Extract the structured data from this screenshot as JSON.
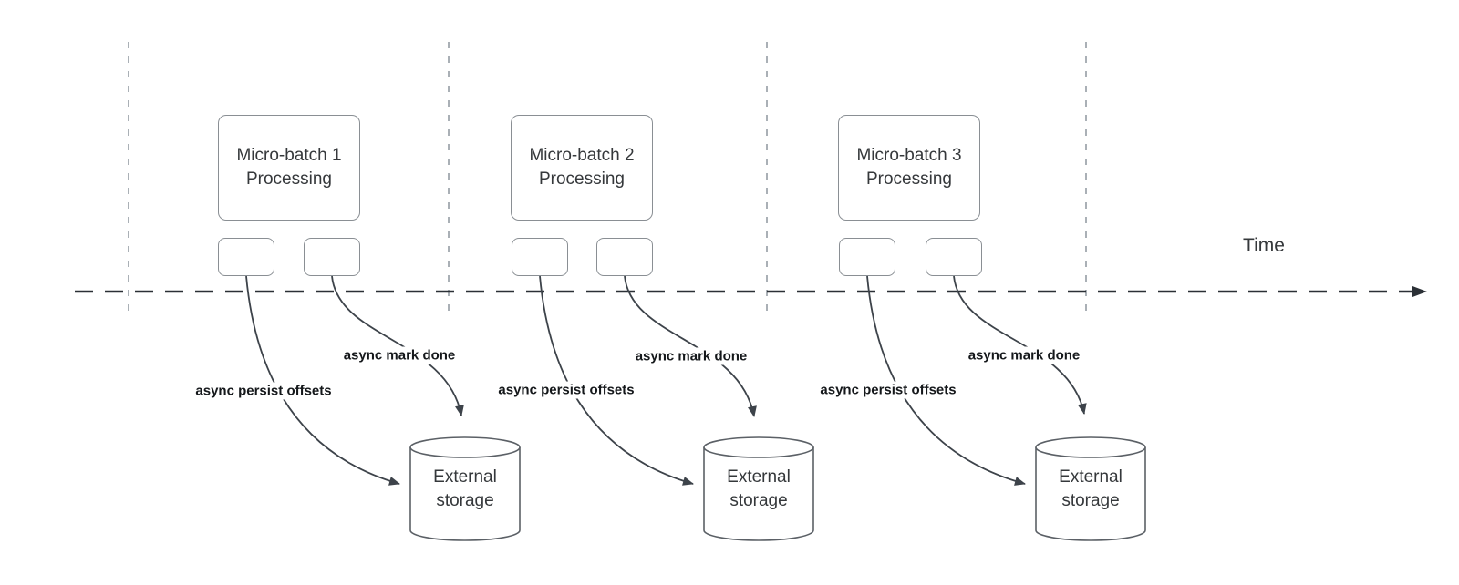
{
  "diagram": {
    "time_label": "Time",
    "groups": [
      {
        "box_title": "Micro-batch 1\nProcessing",
        "persist_label": "async persist offsets",
        "done_label": "async mark done",
        "storage_label": "External\nstorage"
      },
      {
        "box_title": "Micro-batch 2\nProcessing",
        "persist_label": "async persist offsets",
        "done_label": "async mark done",
        "storage_label": "External\nstorage"
      },
      {
        "box_title": "Micro-batch 3\nProcessing",
        "persist_label": "async persist offsets",
        "done_label": "async mark done",
        "storage_label": "External\nstorage"
      }
    ]
  },
  "colors": {
    "timeline": "#2b3036",
    "guide_lines": "#aab0b6",
    "box_stroke": "#8a8f94",
    "cylinder_stroke": "#5b6066",
    "arrow": "#3d434a",
    "text": "#35383b",
    "bold_label_text": "#15181b",
    "background": "#ffffff"
  }
}
